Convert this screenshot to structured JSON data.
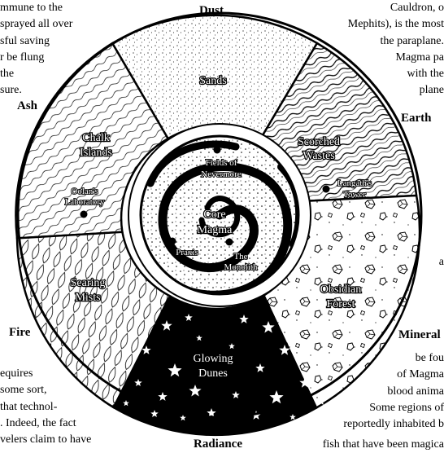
{
  "prose": {
    "top_left": [
      "mmune to the",
      "sprayed all over",
      "sful saving",
      "r be flung",
      "the",
      "sure."
    ],
    "top_right": [
      "Cauldron, o",
      "Mephits), is the most",
      "the paraplane.",
      "Magma pa",
      "with the",
      "plane"
    ],
    "right_mid": [
      "a"
    ],
    "bottom_left": [
      "equires",
      "some sort,",
      "that technol-",
      ". Indeed, the fact",
      "velers claim to have"
    ],
    "bottom_right": [
      "be fou",
      "of Magma",
      "blood anima",
      "Some regions of",
      "reportedly inhabited b"
    ],
    "bottom_line": "fish that have been magica"
  },
  "outer_labels": {
    "dust": "Dust",
    "ash": "Ash",
    "earth": "Earth",
    "fire": "Fire",
    "mineral": "Mineral",
    "radiance": "Radiance"
  },
  "regions": {
    "sands": "Sands",
    "chalk_islands": [
      "Chalk",
      "Islands"
    ],
    "scorched_wastes": [
      "Scorched",
      "Wastes"
    ],
    "searing_mists": [
      "Searing",
      "Mists"
    ],
    "obsidian_forest": [
      "Obsidian",
      "Forest"
    ],
    "glowing_dunes": [
      "Glowing",
      "Dunes"
    ],
    "core_magma": [
      "Core",
      "Magma"
    ]
  },
  "sites": {
    "fields_of_nevermore": [
      "Fields of",
      "Nevermore"
    ],
    "oolans_laboratory": [
      "Oolan's",
      "Laboratory"
    ],
    "langaths_tower": [
      "Langath's",
      "Tower"
    ],
    "praxis": "Praxis",
    "the_monolith": [
      "The",
      "Monolith"
    ]
  }
}
